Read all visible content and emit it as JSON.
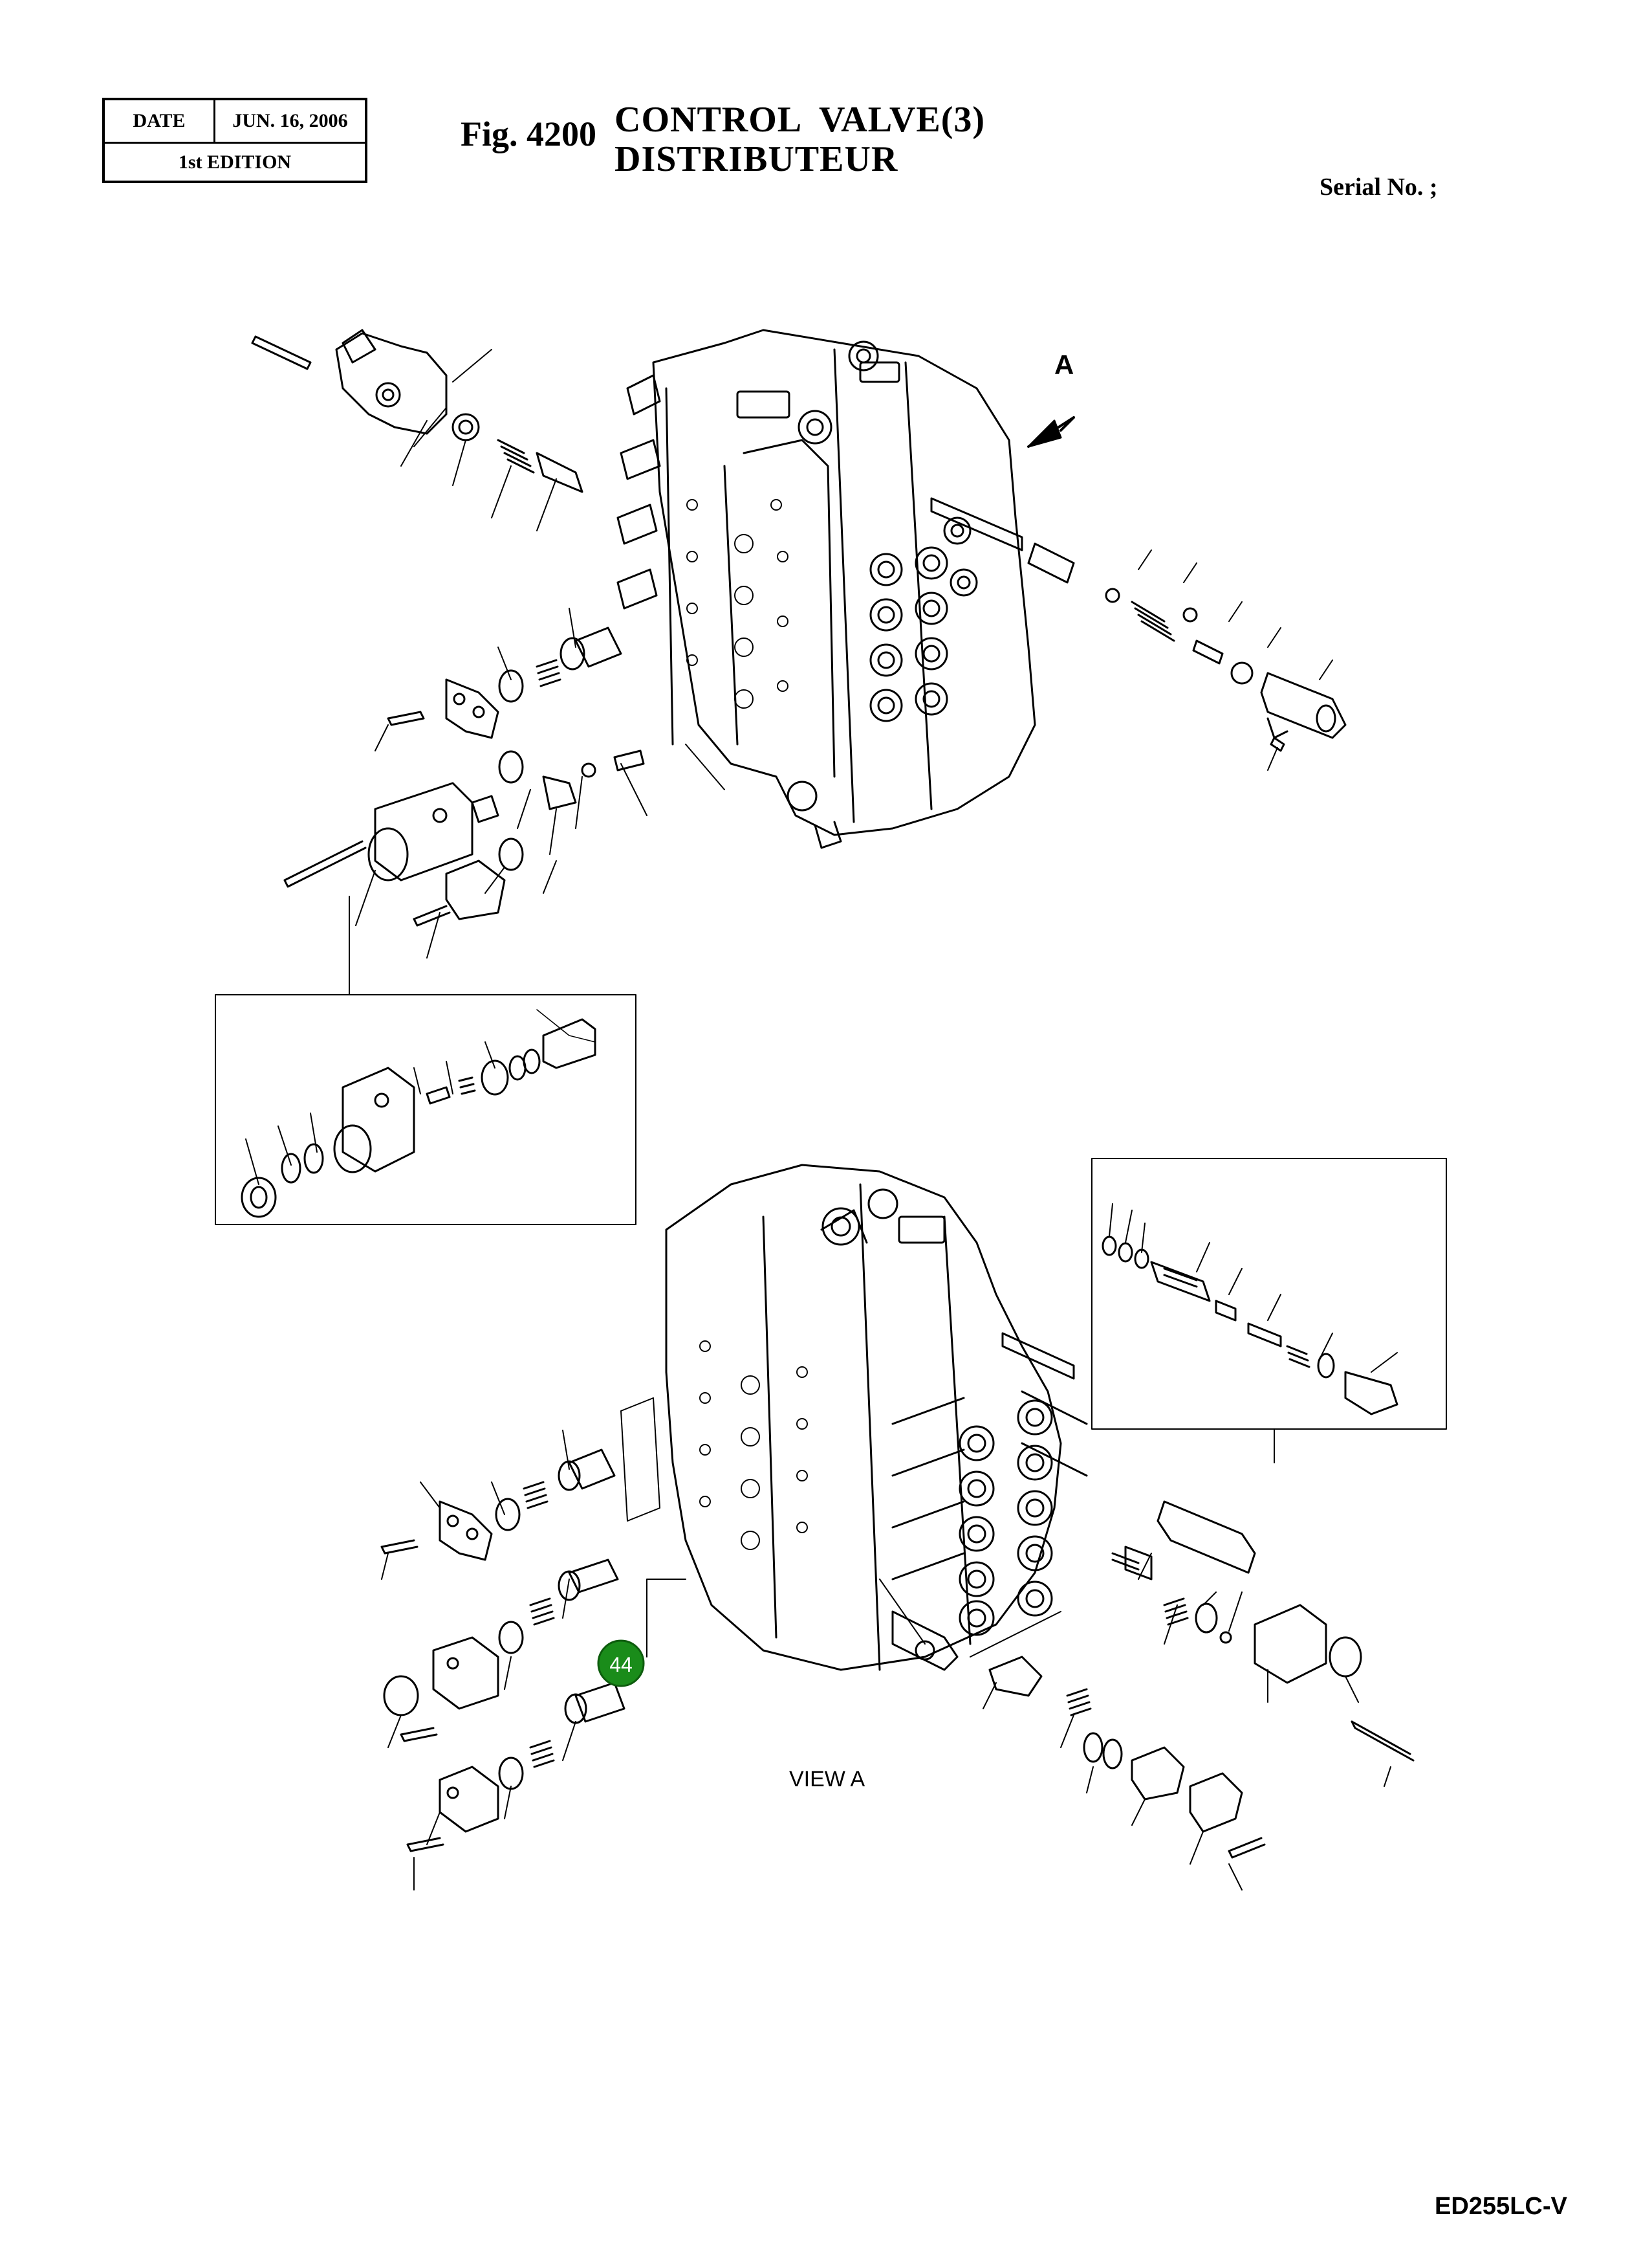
{
  "header": {
    "date_label": "DATE",
    "date_value": "JUN. 16, 2006",
    "edition": "1st EDITION"
  },
  "figure": {
    "number": "Fig. 4200",
    "title_en": "CONTROL  VALVE(3)",
    "title_fr": "DISTRIBUTEUR"
  },
  "serial_label": "Serial No. ;",
  "view_arrow_label": "A",
  "view_caption": "VIEW  A",
  "callout": {
    "number": "44",
    "color": "#1a8c1a"
  },
  "model_code": "ED255LC-V",
  "colors": {
    "line": "#000000",
    "background": "#ffffff",
    "callout_fill": "#1a8c1a",
    "callout_text": "#ffffff"
  }
}
